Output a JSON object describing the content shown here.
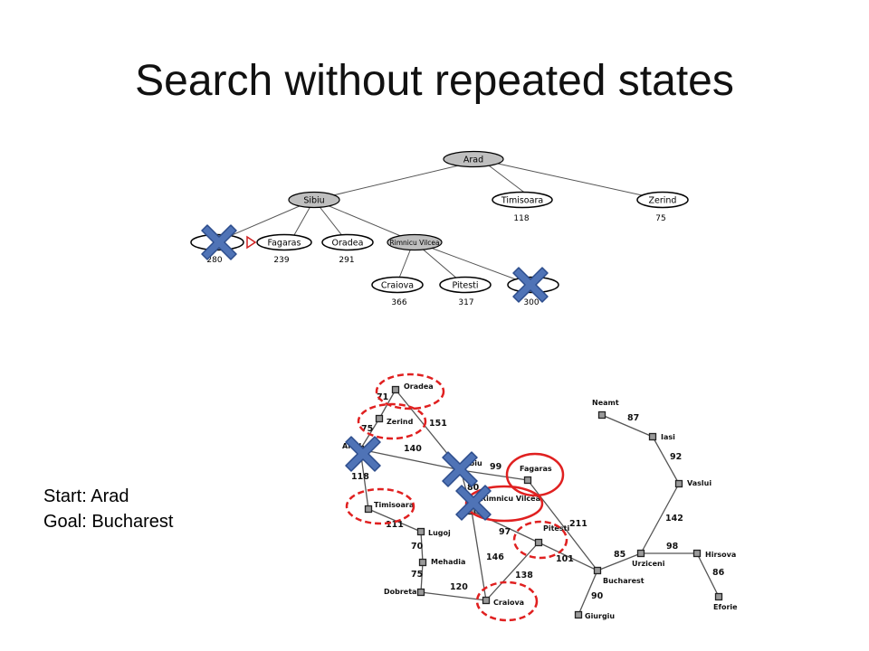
{
  "slide": {
    "title": "Search without repeated states",
    "start_text": "Start: Arad",
    "goal_text": "Goal: Bucharest"
  },
  "tree": {
    "root": "Arad",
    "sibiu": "Sibiu",
    "timisoara": "Timisoara",
    "zerind": "Zerind",
    "fagaras": "Fagaras",
    "oradea": "Oradea",
    "rimnicu": "Rimnicu Vilcea",
    "craiova": "Craiova",
    "pitesti": "Pitesti",
    "costs": {
      "timisoara": "118",
      "zerind": "75",
      "arad_repeat": "280",
      "fagaras": "239",
      "oradea": "291",
      "craiova": "366",
      "pitesti": "317",
      "sibiu_repeat": "300"
    }
  },
  "map": {
    "cities": {
      "oradea": "Oradea",
      "zerind": "Zerind",
      "arad": "Arad",
      "timisoara": "Timisoara",
      "lugoj": "Lugoj",
      "mehadia": "Mehadia",
      "dobreta": "Dobreta",
      "craiova": "Craiova",
      "sibiu": "Sibiu",
      "fagaras": "Fagaras",
      "rimnicu": "Rimnicu Vilcea",
      "pitesti": "Pitesti",
      "bucharest": "Bucharest",
      "giurgiu": "Giurgiu",
      "urziceni": "Urziceni",
      "hirsova": "Hirsova",
      "eforie": "Eforie",
      "vaslui": "Vaslui",
      "iasi": "Iasi",
      "neamt": "Neamt"
    },
    "distances": {
      "oradea_zerind": "71",
      "zerind_arad": "75",
      "oradea_sibiu": "151",
      "arad_sibiu": "140",
      "arad_timisoara": "118",
      "timisoara_lugoj": "111",
      "lugoj_mehadia": "70",
      "mehadia_dobreta": "75",
      "dobreta_craiova": "120",
      "sibiu_fagaras": "99",
      "sibiu_rimnicu": "80",
      "rimnicu_pitesti": "97",
      "rimnicu_craiova": "146",
      "craiova_pitesti": "138",
      "pitesti_bucharest": "101",
      "fagaras_bucharest": "211",
      "bucharest_giurgiu": "90",
      "bucharest_urziceni": "85",
      "urziceni_hirsova": "98",
      "hirsova_eforie": "86",
      "urziceni_vaslui": "142",
      "vaslui_iasi": "92",
      "iasi_neamt": "87"
    }
  },
  "colors": {
    "node_fill_expanded": "#bfbfbf",
    "marker_red": "#e02020",
    "cross_blue": "#4f73b6",
    "cross_outline": "#2d4d8c"
  }
}
